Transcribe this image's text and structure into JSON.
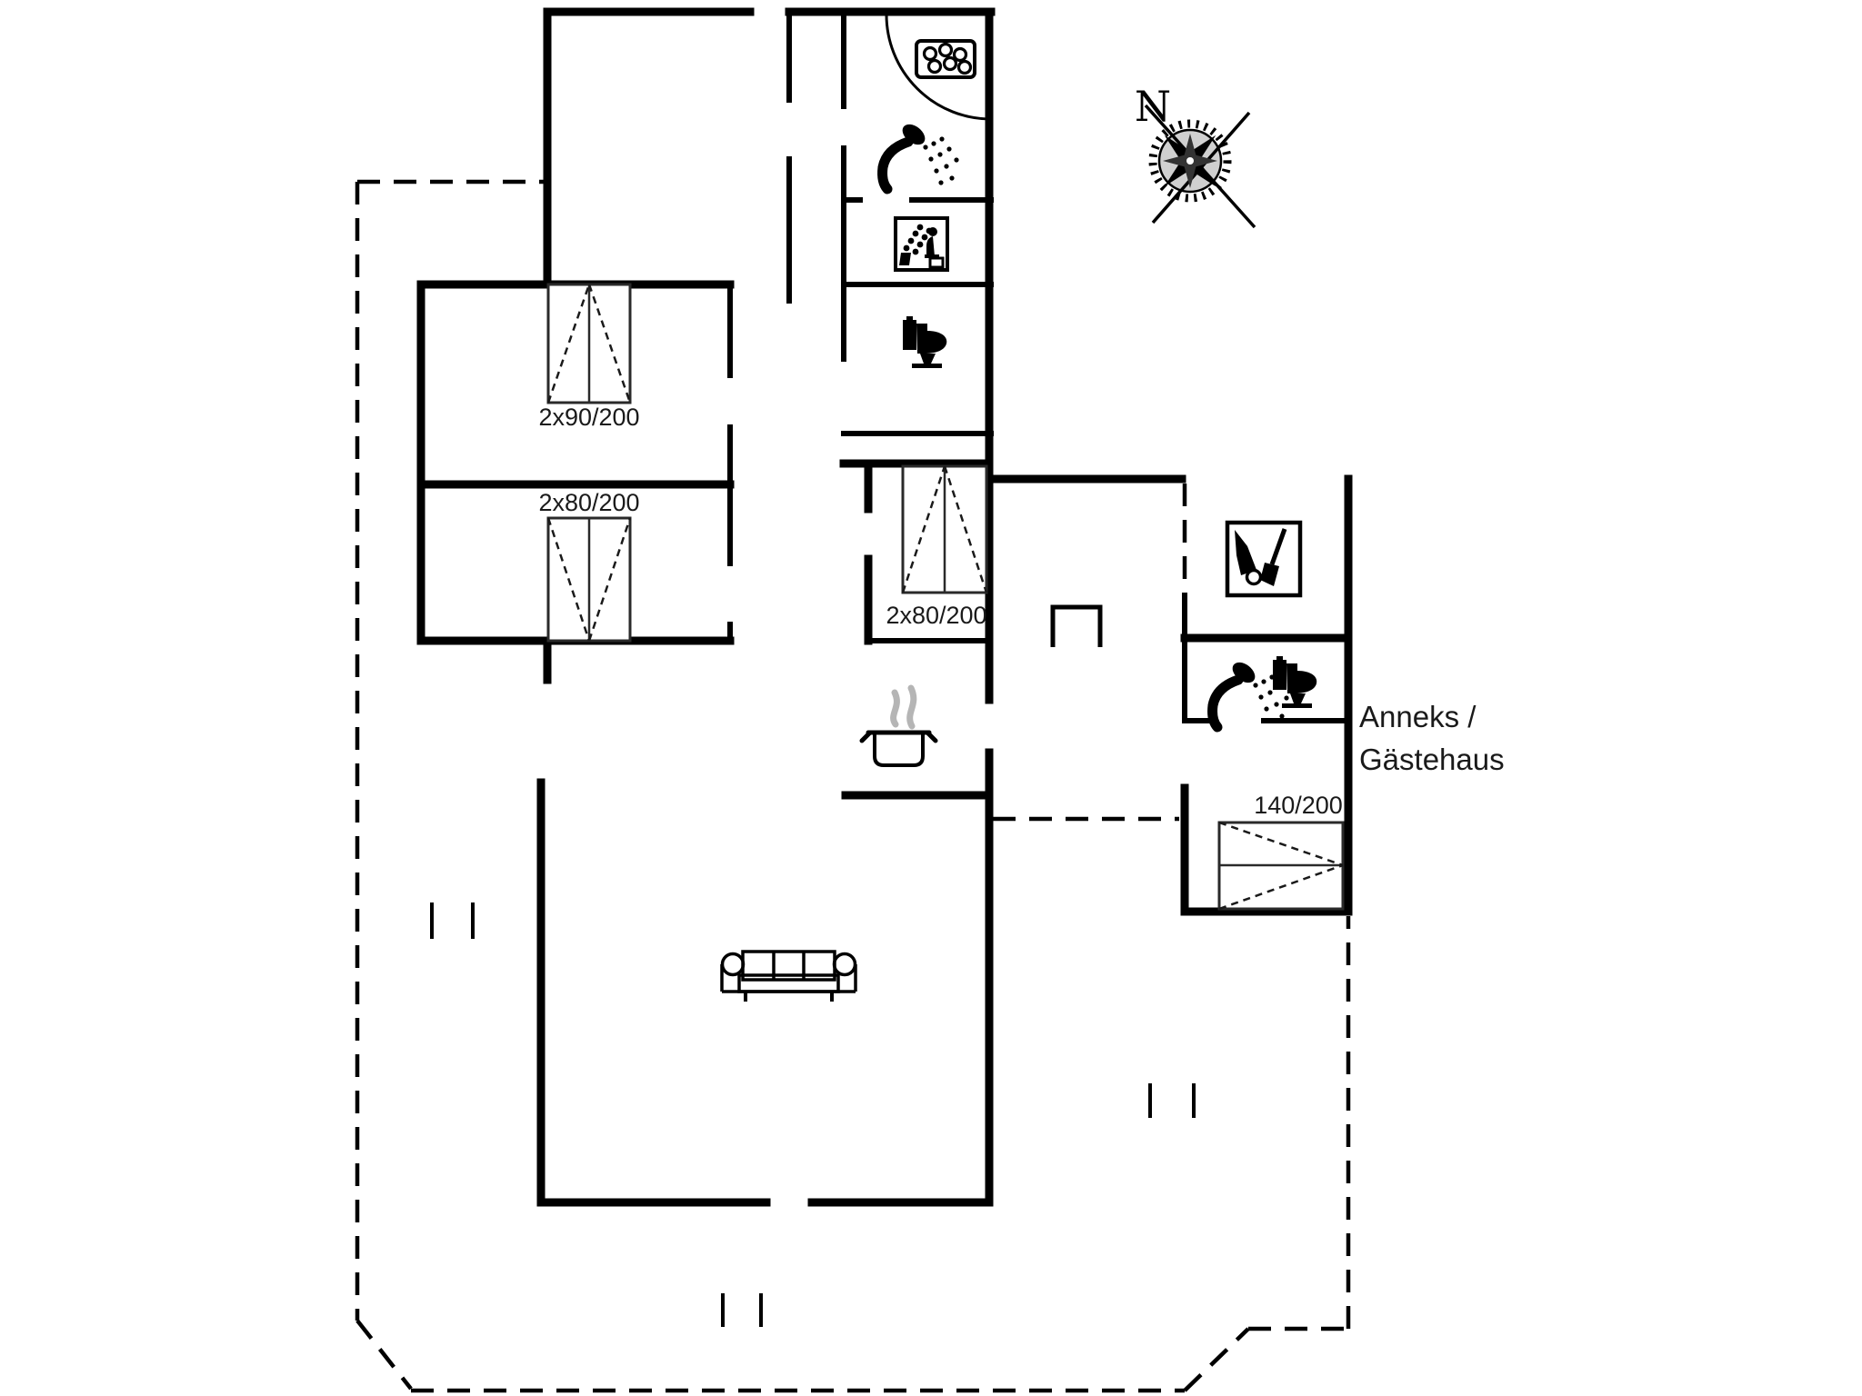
{
  "floorplan": {
    "beds": [
      {
        "id": "bed-double-top",
        "label": "2x90/200"
      },
      {
        "id": "bed-double-left",
        "label": "2x80/200"
      },
      {
        "id": "bed-double-middle",
        "label": "2x80/200"
      },
      {
        "id": "bed-annex",
        "label": "140/200"
      }
    ],
    "annex": {
      "line1": "Anneks /",
      "line2": "Gästehaus"
    },
    "compass": {
      "north": "N"
    },
    "icons": [
      "whirlpool-icon",
      "shower-icon",
      "sauna-icon",
      "toilet-icon",
      "tools-icon",
      "annex-shower-icon",
      "annex-toilet-icon",
      "cooking-pot-icon",
      "sofa-icon",
      "fireplace-icon",
      "compass-rose-icon"
    ],
    "colors": {
      "wall": "#000000",
      "steam": "#b5b5b5",
      "background": "#ffffff"
    }
  }
}
